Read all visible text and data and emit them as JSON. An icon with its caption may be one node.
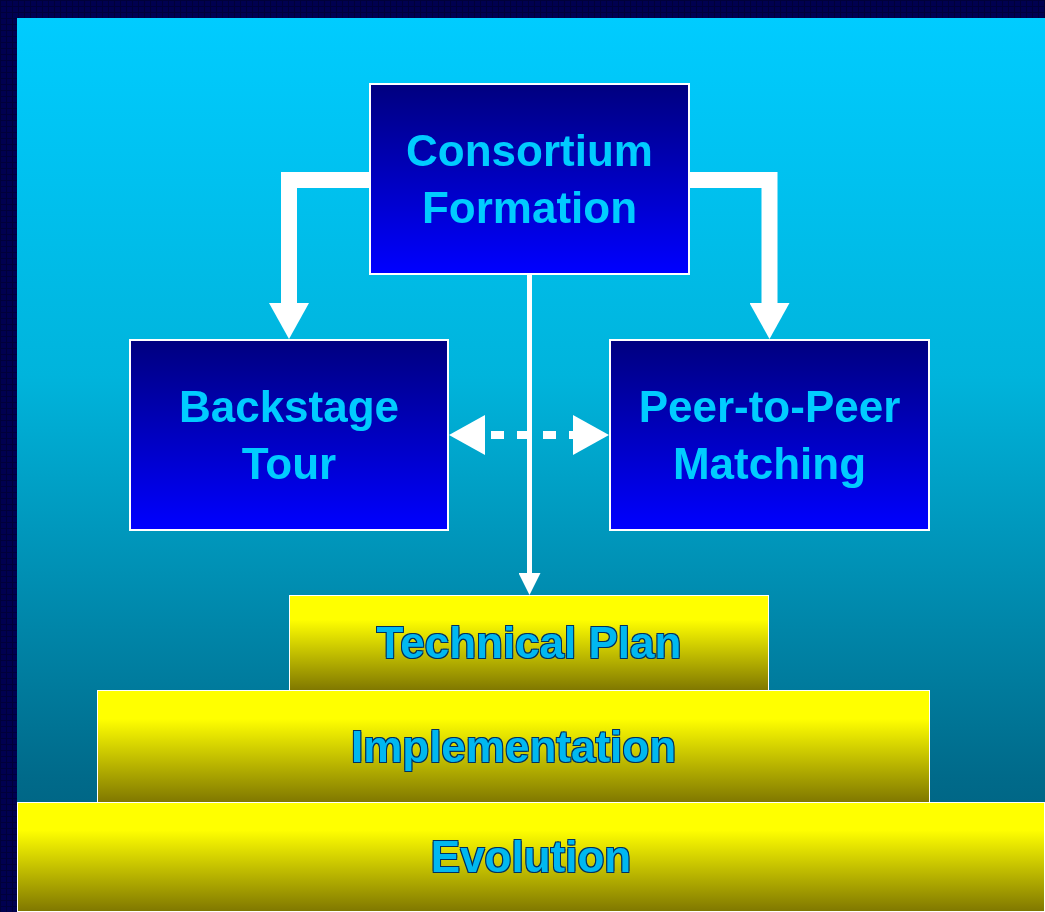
{
  "diagram": {
    "nodes": [
      {
        "text": [
          "Consortium Formation"
        ]
      },
      {
        "text": [
          "Backstage Tour"
        ]
      },
      {
        "text": [
          "Peer-to-Peer Matching"
        ]
      },
      {
        "text": [
          "Technical Plan"
        ]
      },
      {
        "text": [
          "Implementation"
        ]
      },
      {
        "text": [
          "Evolution"
        ]
      }
    ],
    "edges": [
      {
        "from": 0,
        "to": 1,
        "arrow": "to",
        "style": "thick"
      },
      {
        "from": 0,
        "to": 2,
        "arrow": "to",
        "style": "thick"
      },
      {
        "from": 0,
        "to": 3,
        "arrow": "to"
      },
      {
        "from": 1,
        "to": 2,
        "arrow": "both",
        "style": "dashed"
      }
    ]
  }
}
